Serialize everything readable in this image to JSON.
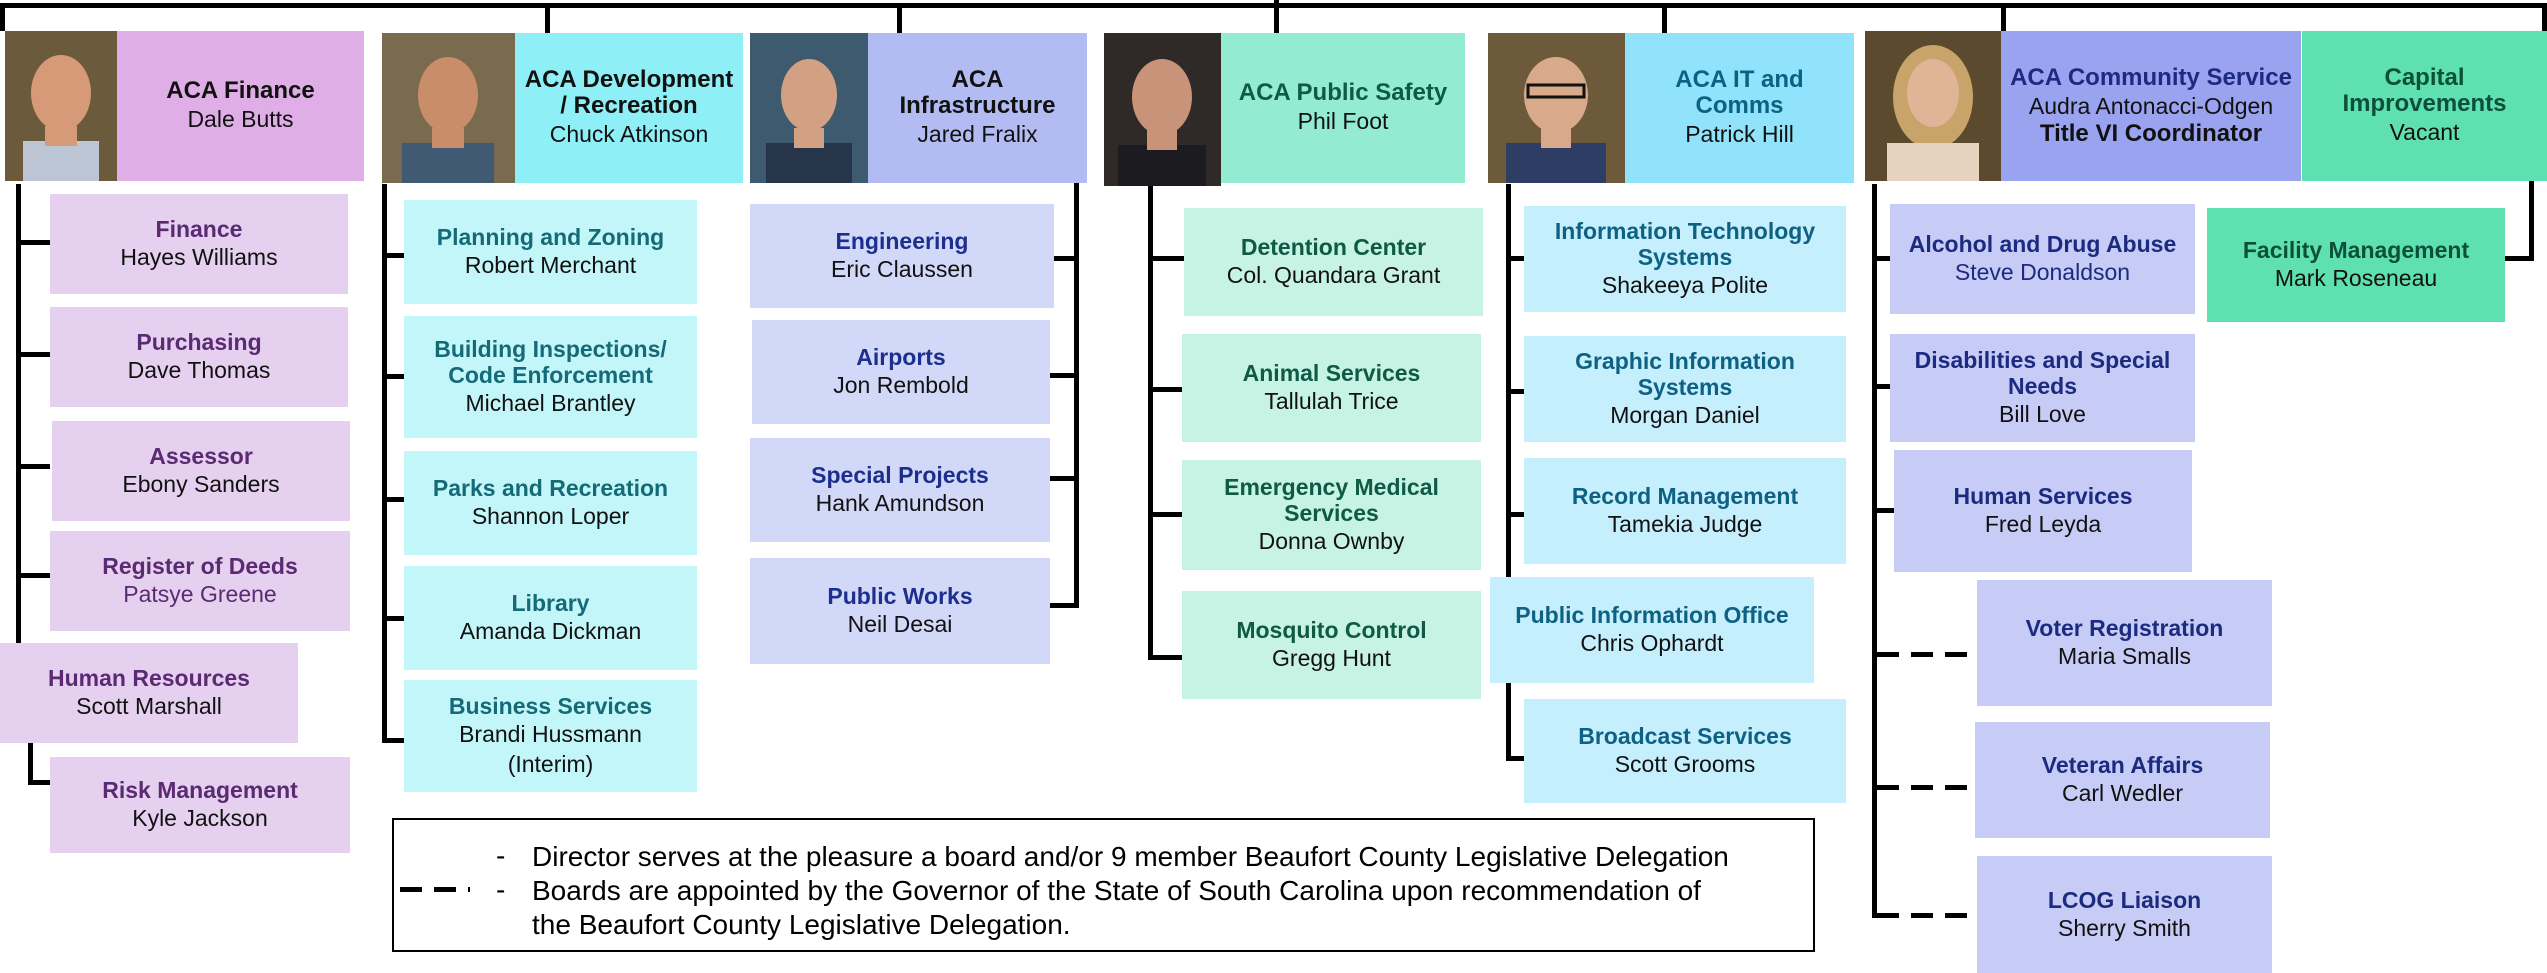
{
  "colors": {
    "finance_head": "#dfaee6",
    "finance_sub": "#e6d0ef",
    "finance_text": "#5a2a72",
    "dev_head": "#8ef0f6",
    "dev_sub": "#c3f6f9",
    "dev_text": "#156a78",
    "infra_head": "#b3bcf2",
    "infra_sub": "#d2d8f8",
    "infra_text": "#1d2f8e",
    "safety_head": "#93ecd1",
    "safety_sub": "#c6f3e3",
    "safety_text": "#0e5a44",
    "it_head": "#91e2fb",
    "it_sub": "#c5effc",
    "it_text": "#0e6182",
    "comm_head": "#9aa3f0",
    "comm_sub": "#c6ccf6",
    "comm_text": "#1c2a80",
    "cap_head": "#5fe0b1",
    "cap_text": "#0c4f3b"
  },
  "departments": [
    {
      "title": "ACA Finance",
      "name": "Dale Butts",
      "photo": "dale-butts-photo",
      "units": [
        {
          "title": "Finance",
          "name": "Hayes Williams"
        },
        {
          "title": "Purchasing",
          "name": "Dave Thomas"
        },
        {
          "title": "Assessor",
          "name": "Ebony Sanders"
        },
        {
          "title": "Register of Deeds",
          "name": "Patsye Greene"
        },
        {
          "title": "Human Resources",
          "name": "Scott Marshall"
        },
        {
          "title": "Risk Management",
          "name": "Kyle Jackson"
        }
      ]
    },
    {
      "title": "ACA Development / Recreation",
      "name": "Chuck Atkinson",
      "photo": "chuck-atkinson-photo",
      "units": [
        {
          "title": "Planning and Zoning",
          "name": "Robert Merchant"
        },
        {
          "title": "Building Inspections/ Code Enforcement",
          "name": "Michael Brantley"
        },
        {
          "title": "Parks and Recreation",
          "name": "Shannon Loper"
        },
        {
          "title": "Library",
          "name": "Amanda Dickman"
        },
        {
          "title": "Business Services",
          "name": "Brandi Hussmann",
          "name2": "(Interim)"
        }
      ]
    },
    {
      "title": "ACA Infrastructure",
      "name": "Jared Fralix",
      "photo": "jared-fralix-photo",
      "units": [
        {
          "title": "Engineering",
          "name": "Eric Claussen"
        },
        {
          "title": "Airports",
          "name": "Jon Rembold"
        },
        {
          "title": "Special Projects",
          "name": "Hank Amundson"
        },
        {
          "title": "Public Works",
          "name": "Neil Desai"
        }
      ]
    },
    {
      "title": "ACA Public Safety",
      "name": "Phil Foot",
      "photo": "phil-foot-photo",
      "units": [
        {
          "title": "Detention Center",
          "name": "Col. Quandara Grant"
        },
        {
          "title": "Animal Services",
          "name": "Tallulah Trice"
        },
        {
          "title": "Emergency Medical Services",
          "name": "Donna Ownby"
        },
        {
          "title": "Mosquito Control",
          "name": "Gregg Hunt"
        }
      ]
    },
    {
      "title": "ACA IT and Comms",
      "name": "Patrick Hill",
      "photo": "patrick-hill-photo",
      "units": [
        {
          "title": "Information Technology Systems",
          "name": "Shakeeya Polite"
        },
        {
          "title": "Graphic Information Systems",
          "name": "Morgan Daniel"
        },
        {
          "title": "Record Management",
          "name": "Tamekia Judge"
        },
        {
          "title": "Public Information Office",
          "name": "Chris Ophardt"
        },
        {
          "title": "Broadcast Services",
          "name": "Scott Grooms"
        }
      ]
    },
    {
      "title": "ACA Community Service",
      "name": "Audra Antonacci-Odgen",
      "extra": "Title VI Coordinator",
      "photo": "audra-antonacci-odgen-photo",
      "units": [
        {
          "title": "Alcohol and Drug Abuse",
          "name": "Steve Donaldson"
        },
        {
          "title": "Disabilities and Special Needs",
          "name": "Bill Love"
        },
        {
          "title": "Human Services",
          "name": "Fred Leyda"
        },
        {
          "title": "Voter Registration",
          "name": "Maria Smalls"
        },
        {
          "title": "Veteran Affairs",
          "name": "Carl Wedler"
        },
        {
          "title": "LCOG Liaison",
          "name": "Sherry Smith"
        }
      ]
    },
    {
      "title": "Capital Improvements",
      "name": "Vacant",
      "units": [
        {
          "title": "Facility Management",
          "name": "Mark Roseneau"
        }
      ]
    }
  ],
  "legend": {
    "bullet": "-",
    "line1": "Director serves at the pleasure a board and/or 9 member Beaufort County Legislative Delegation",
    "line2": "Boards are appointed by the Governor of the State of South Carolina upon recommendation of",
    "line3": "the Beaufort County Legislative Delegation."
  }
}
